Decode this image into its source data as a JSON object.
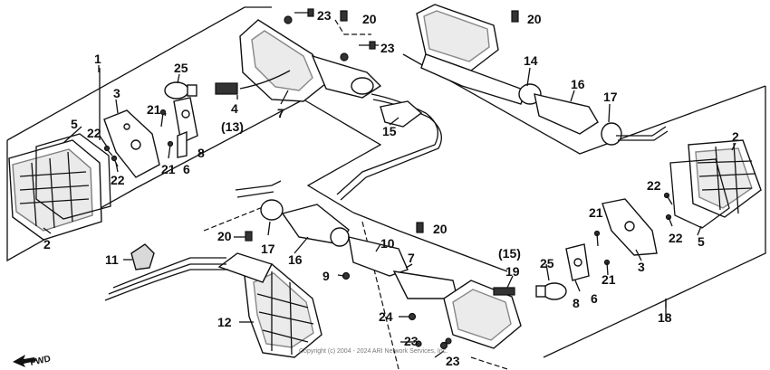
{
  "diagram": {
    "labels": [
      {
        "id": "l1",
        "text": "1"
      },
      {
        "id": "l2a",
        "text": "2"
      },
      {
        "id": "l2b",
        "text": "2"
      },
      {
        "id": "l3a",
        "text": "3"
      },
      {
        "id": "l3b",
        "text": "3"
      },
      {
        "id": "l4",
        "text": "4"
      },
      {
        "id": "l13",
        "text": "(13)"
      },
      {
        "id": "l5a",
        "text": "5"
      },
      {
        "id": "l5b",
        "text": "5"
      },
      {
        "id": "l6a",
        "text": "6"
      },
      {
        "id": "l6b",
        "text": "6"
      },
      {
        "id": "l7a",
        "text": "7"
      },
      {
        "id": "l7b",
        "text": "7"
      },
      {
        "id": "l8a",
        "text": "8"
      },
      {
        "id": "l8b",
        "text": "8"
      },
      {
        "id": "l9",
        "text": "9"
      },
      {
        "id": "l10",
        "text": "10"
      },
      {
        "id": "l11",
        "text": "11"
      },
      {
        "id": "l12",
        "text": "12"
      },
      {
        "id": "l14",
        "text": "14"
      },
      {
        "id": "l15a",
        "text": "15"
      },
      {
        "id": "l15b",
        "text": "(15)"
      },
      {
        "id": "l16a",
        "text": "16"
      },
      {
        "id": "l16b",
        "text": "16"
      },
      {
        "id": "l17a",
        "text": "17"
      },
      {
        "id": "l17b",
        "text": "17"
      },
      {
        "id": "l18",
        "text": "18"
      },
      {
        "id": "l19",
        "text": "19"
      },
      {
        "id": "l20a",
        "text": "20"
      },
      {
        "id": "l20b",
        "text": "20"
      },
      {
        "id": "l20c",
        "text": "20"
      },
      {
        "id": "l20d",
        "text": "20"
      },
      {
        "id": "l21a",
        "text": "21"
      },
      {
        "id": "l21b",
        "text": "21"
      },
      {
        "id": "l21c",
        "text": "21"
      },
      {
        "id": "l21d",
        "text": "21"
      },
      {
        "id": "l22a",
        "text": "22"
      },
      {
        "id": "l22b",
        "text": "22"
      },
      {
        "id": "l22c",
        "text": "22"
      },
      {
        "id": "l22d",
        "text": "22"
      },
      {
        "id": "l23a",
        "text": "23"
      },
      {
        "id": "l23b",
        "text": "23"
      },
      {
        "id": "l23c",
        "text": "23"
      },
      {
        "id": "l23d",
        "text": "23"
      },
      {
        "id": "l24",
        "text": "24"
      },
      {
        "id": "l25a",
        "text": "25"
      },
      {
        "id": "l25b",
        "text": "25"
      }
    ],
    "forward_label": "FWD",
    "copyright": "Copyright (c) 2004 - 2024 ARI Network Services, Inc."
  }
}
